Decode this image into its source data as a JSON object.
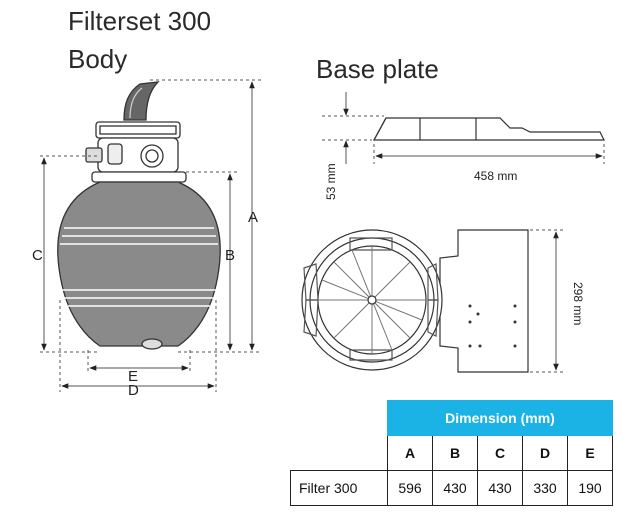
{
  "titles": {
    "line1": "Filterset 300",
    "line2": "Body",
    "base_plate": "Base plate"
  },
  "body_labels": {
    "A": "A",
    "B": "B",
    "C": "C",
    "D": "D",
    "E": "E"
  },
  "base_dims": {
    "height": "53 mm",
    "length": "458 mm",
    "depth": "298 mm"
  },
  "table": {
    "header": "Dimension (mm)",
    "columns": [
      "A",
      "B",
      "C",
      "D",
      "E"
    ],
    "row_label": "Filter 300",
    "values": [
      "596",
      "430",
      "430",
      "330",
      "190"
    ]
  },
  "colors": {
    "header_bg": "#1bb3e6",
    "line": "#333333"
  }
}
